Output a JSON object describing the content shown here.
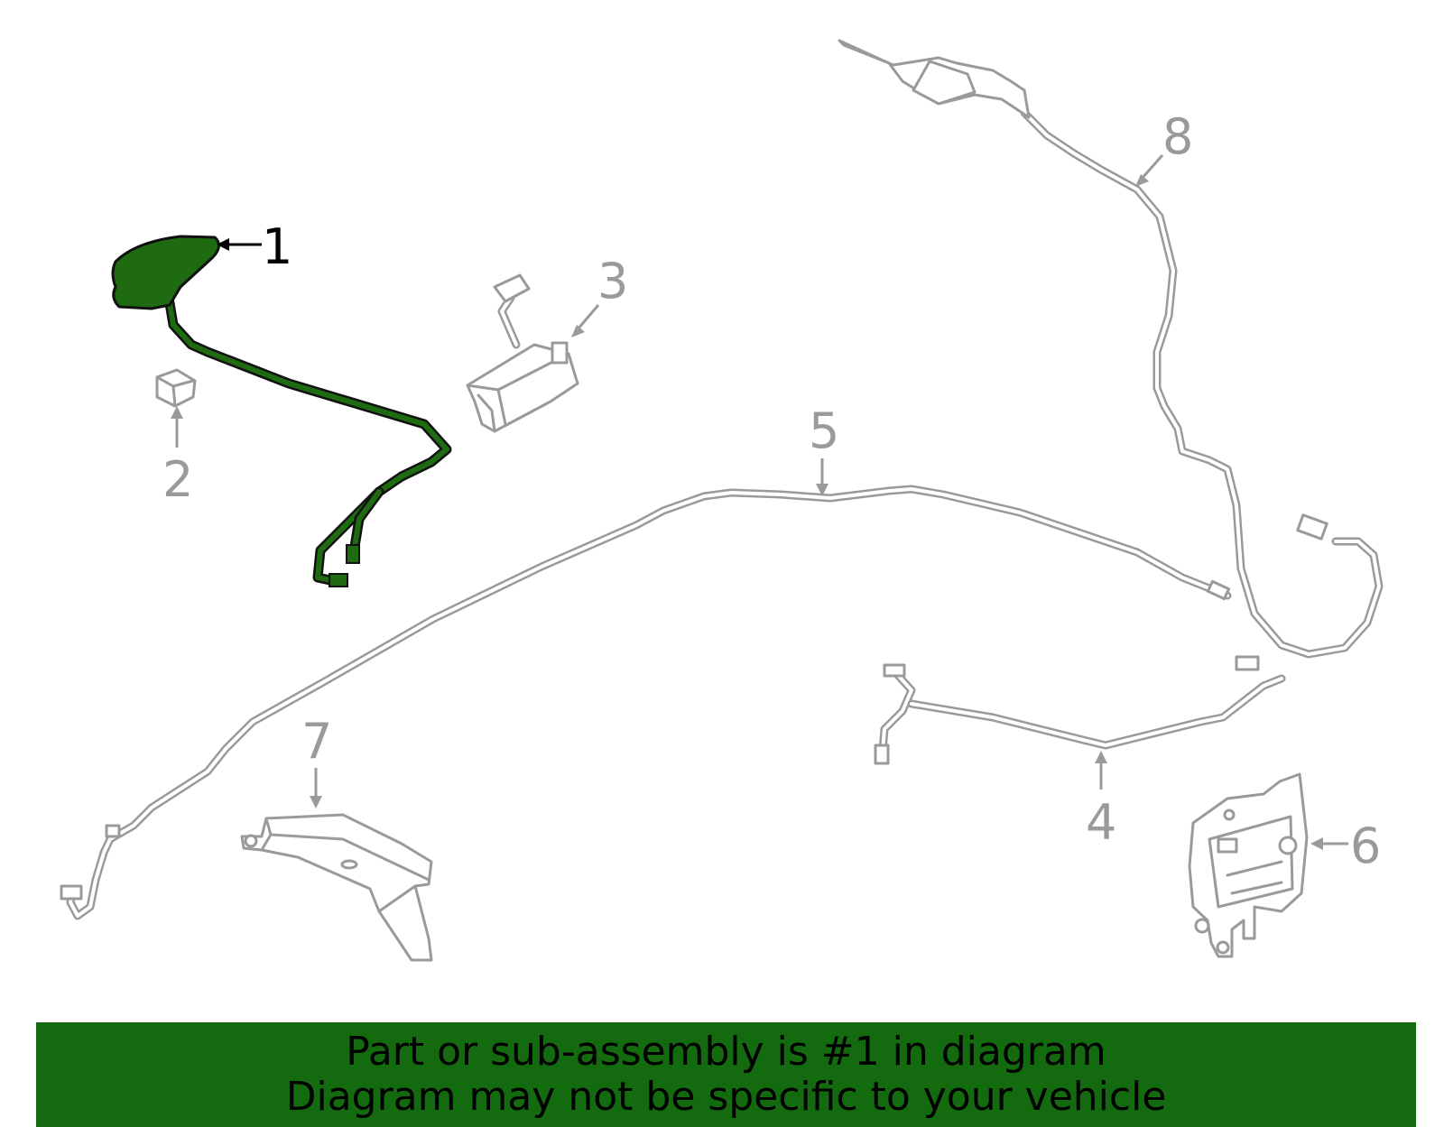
{
  "callouts": {
    "c1": "1",
    "c2": "2",
    "c3": "3",
    "c4": "4",
    "c5": "5",
    "c6": "6",
    "c7": "7",
    "c8": "8"
  },
  "banner": {
    "line1": "Part or sub-assembly is #1 in diagram",
    "line2": "Diagram may not be specific to your vehicle"
  },
  "colors": {
    "highlight": "#1e6b12",
    "banner": "#146b0f",
    "part_line": "#9a9a9a",
    "highlight_label": "#000000"
  }
}
